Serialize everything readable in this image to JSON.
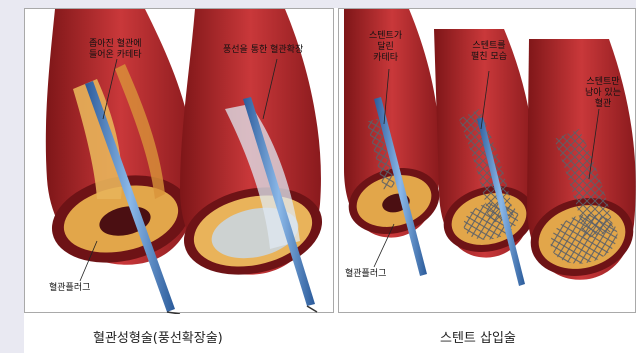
{
  "figure": {
    "left_panel": {
      "caption": "혈관성형술(풍선확장술)",
      "labels": {
        "narrow_catheter_line1": "좁아진 혈관에",
        "narrow_catheter_line2": "들어온 카테타",
        "balloon_dilation": "풍선을 통한 혈관확장",
        "plaque": "혈관플러그"
      }
    },
    "right_panel": {
      "caption": "스텐트 삽입술",
      "labels": {
        "stent_catheter_line1": "스텐트가",
        "stent_catheter_line2": "달린",
        "stent_catheter_line3": "카테타",
        "stent_expanded_line1": "스텐트를",
        "stent_expanded_line2": "펼친 모습",
        "stent_remaining_line1": "스텐트만",
        "stent_remaining_line2": "남아 있는",
        "stent_remaining_line3": "혈관",
        "plaque": "혈관플러그"
      }
    },
    "colors": {
      "vessel_outer": "#9e1f22",
      "vessel_inner": "#c9383a",
      "lumen_dark": "#4b0f12",
      "plaque": "#e2a64a",
      "catheter": "#3d78c0",
      "stent": "#6a6f78"
    }
  }
}
